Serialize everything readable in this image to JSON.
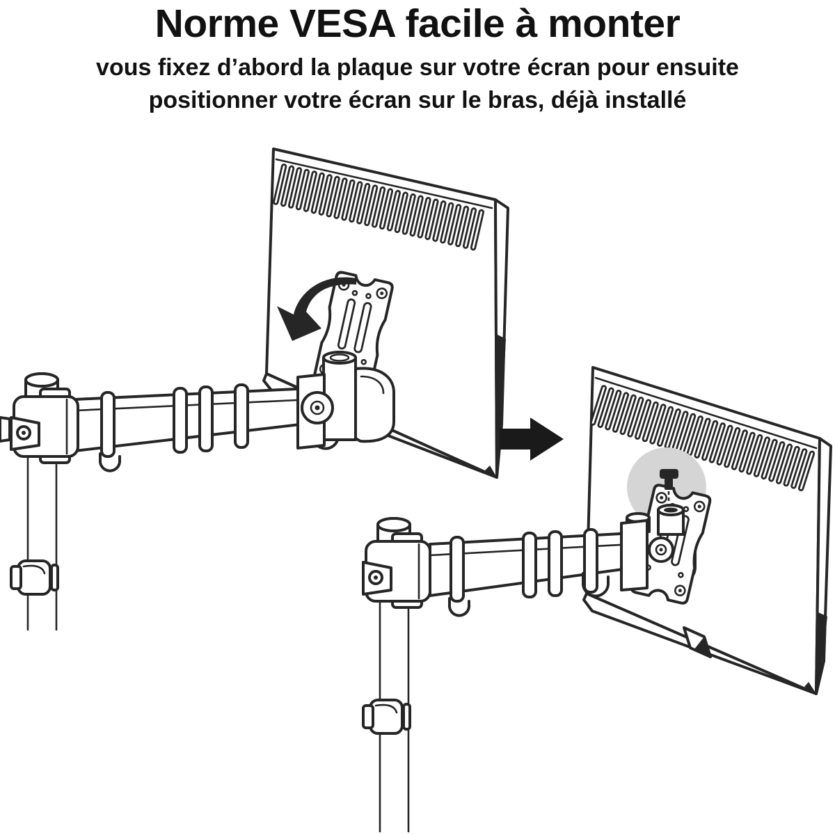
{
  "header": {
    "title": "Norme VESA facile à monter",
    "subtitle_line1": "vous fixez d’abord la plaque sur votre écran pour ensuite",
    "subtitle_line2": "positionner votre écran sur le bras, déjà installé"
  },
  "colors": {
    "ink": "#262626",
    "bg": "#ffffff",
    "circle": "#d5d5d5",
    "arrow": "#1a1a1a",
    "text": "#111111"
  },
  "illustration": {
    "vent_slot_count_left": 27,
    "vent_slot_count_right": 29
  }
}
